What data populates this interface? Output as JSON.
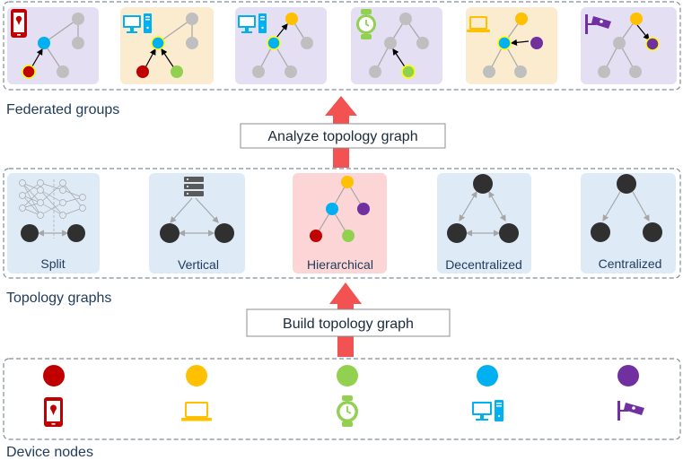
{
  "sections": {
    "federated_groups": "Federated groups",
    "topology_graphs": "Topology graphs",
    "device_nodes": "Device nodes"
  },
  "steps": {
    "analyze": "Analyze topology graph",
    "build": "Build topology graph"
  },
  "topologies": [
    {
      "label": "Split"
    },
    {
      "label": "Vertical"
    },
    {
      "label": "Hierarchical"
    },
    {
      "label": "Decentralized"
    },
    {
      "label": "Centralized"
    }
  ],
  "devices": [
    {
      "icon": "phone-icon",
      "color": "#c00000"
    },
    {
      "icon": "laptop-icon",
      "color": "#ffc000"
    },
    {
      "icon": "watch-icon",
      "color": "#92d050"
    },
    {
      "icon": "desktop-icon",
      "color": "#00b0f0"
    },
    {
      "icon": "camera-icon",
      "color": "#7030a0"
    }
  ],
  "groups": [
    {
      "icon": "phone-icon",
      "highlight": "red",
      "bg": "#e4dff3"
    },
    {
      "icon": "desktop-icon",
      "highlight": "red-green",
      "bg": "#fbecd0"
    },
    {
      "icon": "desktop-icon",
      "highlight": "blue-yellow",
      "bg": "#e4dff3"
    },
    {
      "icon": "watch-icon",
      "highlight": "green",
      "bg": "#e4dff3"
    },
    {
      "icon": "laptop-icon",
      "highlight": "blue-purple",
      "bg": "#fbecd0"
    },
    {
      "icon": "camera-icon",
      "highlight": "purple",
      "bg": "#e4dff3"
    }
  ],
  "colors": {
    "red": "#c00000",
    "yellow": "#ffc000",
    "green": "#92d050",
    "blue": "#00b0f0",
    "purple": "#7030a0",
    "gray": "#bfbfbf",
    "dark": "#303030",
    "arrow": "#f25252"
  }
}
